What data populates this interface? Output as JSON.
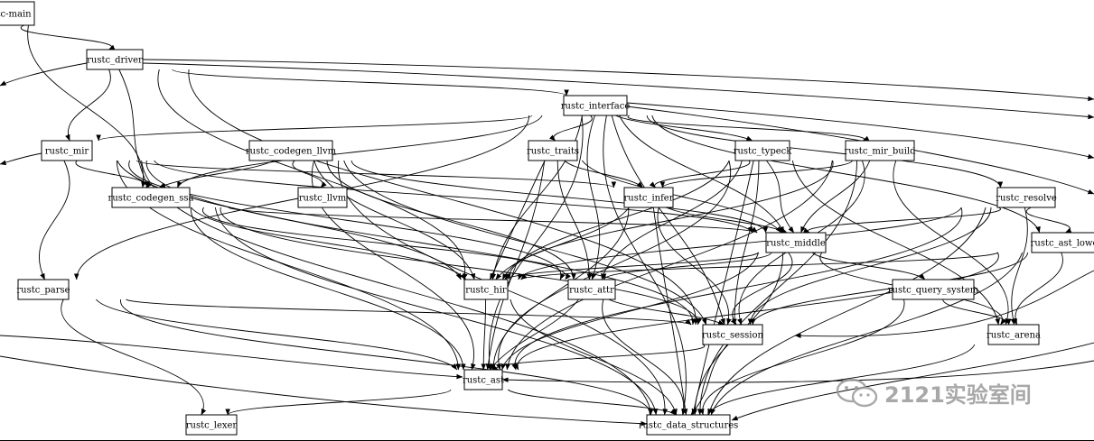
{
  "nodes": [
    {
      "id": "main",
      "label": "stc-main"
    },
    {
      "id": "driver",
      "label": "rustc_driver"
    },
    {
      "id": "interface",
      "label": "rustc_interface"
    },
    {
      "id": "mir",
      "label": "rustc_mir"
    },
    {
      "id": "codegen_llvm",
      "label": "rustc_codegen_llvm"
    },
    {
      "id": "traits",
      "label": "rustc_traits"
    },
    {
      "id": "typeck",
      "label": "rustc_typeck"
    },
    {
      "id": "mir_build",
      "label": "rustc_mir_build"
    },
    {
      "id": "codegen_ssa",
      "label": "rustc_codegen_ssa"
    },
    {
      "id": "llvm",
      "label": "rustc_llvm"
    },
    {
      "id": "infer",
      "label": "rustc_infer"
    },
    {
      "id": "resolve",
      "label": "rustc_resolve"
    },
    {
      "id": "middle",
      "label": "rustc_middle"
    },
    {
      "id": "ast_lowering",
      "label": "rustc_ast_loweri"
    },
    {
      "id": "parse",
      "label": "rustc_parse"
    },
    {
      "id": "hir",
      "label": "rustc_hir"
    },
    {
      "id": "attr",
      "label": "rustc_attr"
    },
    {
      "id": "query_system",
      "label": "rustc_query_system"
    },
    {
      "id": "session",
      "label": "rustc_session"
    },
    {
      "id": "arena",
      "label": "rustc_arena"
    },
    {
      "id": "ast",
      "label": "rustc_ast"
    },
    {
      "id": "lexer",
      "label": "rustc_lexer"
    },
    {
      "id": "data_structures",
      "label": "rustc_data_structures"
    }
  ],
  "edges": [
    [
      "main",
      "driver"
    ],
    [
      "main",
      "codegen_ssa"
    ],
    [
      "driver",
      "interface"
    ],
    [
      "driver",
      "mir"
    ],
    [
      "driver",
      "codegen_ssa"
    ],
    [
      "driver",
      "hir"
    ],
    [
      "driver",
      "session"
    ],
    [
      "interface",
      "mir"
    ],
    [
      "interface",
      "traits"
    ],
    [
      "interface",
      "typeck"
    ],
    [
      "interface",
      "mir_build"
    ],
    [
      "interface",
      "codegen_ssa"
    ],
    [
      "interface",
      "resolve"
    ],
    [
      "interface",
      "ast_lowering"
    ],
    [
      "interface",
      "middle"
    ],
    [
      "interface",
      "attr"
    ],
    [
      "interface",
      "hir"
    ],
    [
      "interface",
      "parse"
    ],
    [
      "interface",
      "ast"
    ],
    [
      "interface",
      "session"
    ],
    [
      "interface",
      "data_structures"
    ],
    [
      "mir",
      "codegen_ssa"
    ],
    [
      "mir",
      "infer"
    ],
    [
      "mir",
      "middle"
    ],
    [
      "mir",
      "hir"
    ],
    [
      "mir",
      "attr"
    ],
    [
      "mir",
      "session"
    ],
    [
      "mir",
      "ast"
    ],
    [
      "mir",
      "data_structures"
    ],
    [
      "mir",
      "parse"
    ],
    [
      "codegen_llvm",
      "codegen_ssa"
    ],
    [
      "codegen_llvm",
      "llvm"
    ],
    [
      "codegen_llvm",
      "middle"
    ],
    [
      "codegen_llvm",
      "hir"
    ],
    [
      "codegen_llvm",
      "session"
    ],
    [
      "codegen_llvm",
      "ast"
    ],
    [
      "codegen_llvm",
      "data_structures"
    ],
    [
      "codegen_llvm",
      "attr"
    ],
    [
      "traits",
      "infer"
    ],
    [
      "traits",
      "middle"
    ],
    [
      "traits",
      "hir"
    ],
    [
      "traits",
      "ast"
    ],
    [
      "traits",
      "attr"
    ],
    [
      "typeck",
      "infer"
    ],
    [
      "typeck",
      "middle"
    ],
    [
      "typeck",
      "hir"
    ],
    [
      "typeck",
      "attr"
    ],
    [
      "typeck",
      "session"
    ],
    [
      "typeck",
      "arena"
    ],
    [
      "typeck",
      "ast"
    ],
    [
      "typeck",
      "data_structures"
    ],
    [
      "mir_build",
      "middle"
    ],
    [
      "mir_build",
      "infer"
    ],
    [
      "mir_build",
      "hir"
    ],
    [
      "mir_build",
      "session"
    ],
    [
      "mir_build",
      "arena"
    ],
    [
      "mir_build",
      "ast"
    ],
    [
      "mir_build",
      "data_structures"
    ],
    [
      "codegen_ssa",
      "middle"
    ],
    [
      "codegen_ssa",
      "hir"
    ],
    [
      "codegen_ssa",
      "attr"
    ],
    [
      "codegen_ssa",
      "session"
    ],
    [
      "codegen_ssa",
      "ast"
    ],
    [
      "codegen_ssa",
      "data_structures"
    ],
    [
      "infer",
      "middle"
    ],
    [
      "infer",
      "hir"
    ],
    [
      "infer",
      "session"
    ],
    [
      "infer",
      "ast"
    ],
    [
      "infer",
      "data_structures"
    ],
    [
      "resolve",
      "middle"
    ],
    [
      "resolve",
      "ast_lowering"
    ],
    [
      "resolve",
      "hir"
    ],
    [
      "resolve",
      "session"
    ],
    [
      "resolve",
      "arena"
    ],
    [
      "resolve",
      "ast"
    ],
    [
      "resolve",
      "data_structures"
    ],
    [
      "ast_lowering",
      "hir"
    ],
    [
      "ast_lowering",
      "session"
    ],
    [
      "ast_lowering",
      "arena"
    ],
    [
      "ast_lowering",
      "ast"
    ],
    [
      "ast_lowering",
      "data_structures"
    ],
    [
      "middle",
      "hir"
    ],
    [
      "middle",
      "attr"
    ],
    [
      "middle",
      "query_system"
    ],
    [
      "middle",
      "session"
    ],
    [
      "middle",
      "arena"
    ],
    [
      "middle",
      "ast"
    ],
    [
      "middle",
      "data_structures"
    ],
    [
      "parse",
      "session"
    ],
    [
      "parse",
      "ast"
    ],
    [
      "parse",
      "lexer"
    ],
    [
      "parse",
      "data_structures"
    ],
    [
      "hir",
      "ast"
    ],
    [
      "hir",
      "data_structures"
    ],
    [
      "attr",
      "session"
    ],
    [
      "attr",
      "ast"
    ],
    [
      "attr",
      "data_structures"
    ],
    [
      "query_system",
      "arena"
    ],
    [
      "query_system",
      "data_structures"
    ],
    [
      "session",
      "ast"
    ],
    [
      "session",
      "data_structures"
    ],
    [
      "arena",
      "data_structures"
    ],
    [
      "ast",
      "lexer"
    ],
    [
      "ast",
      "data_structures"
    ]
  ],
  "watermark": {
    "text": "2121实验室间",
    "icon": "wechat-icon"
  }
}
